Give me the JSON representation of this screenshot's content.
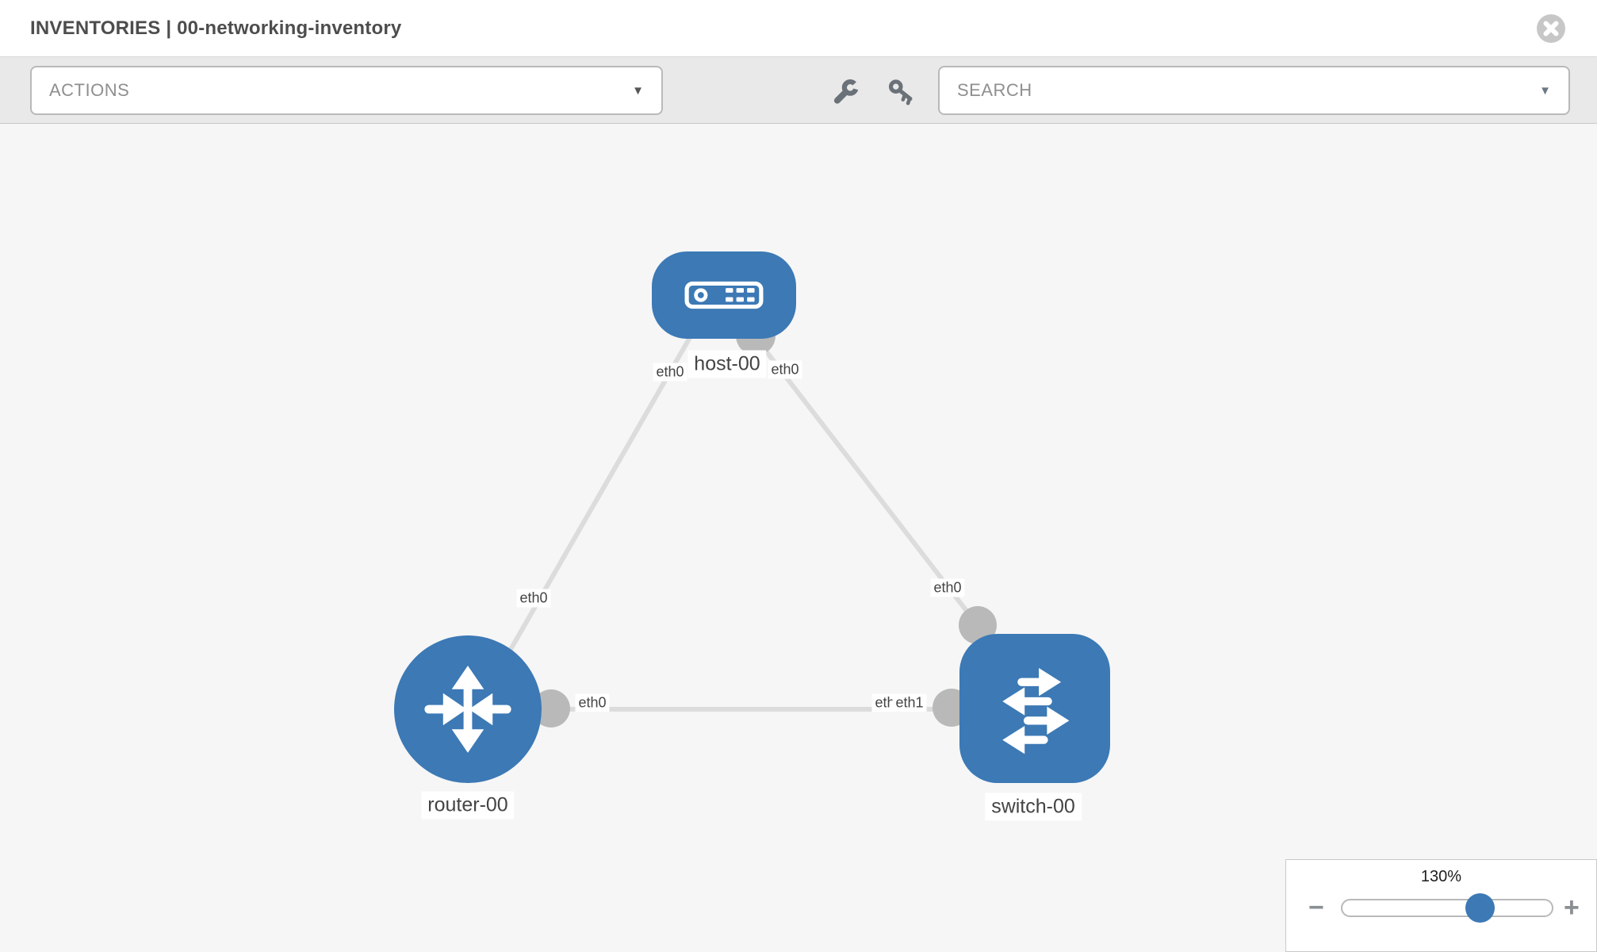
{
  "header": {
    "title": "INVENTORIES | 00-networking-inventory"
  },
  "toolbar": {
    "actions": {
      "label": "ACTIONS",
      "caret": "▼"
    },
    "search": {
      "label": "SEARCH",
      "caret": "▼"
    }
  },
  "topology": {
    "nodes": [
      {
        "label": "host-00",
        "type": "host"
      },
      {
        "label": "router-00",
        "type": "router"
      },
      {
        "label": "switch-00",
        "type": "switch"
      }
    ],
    "links": [
      {
        "from": "host-00",
        "to": "router-00",
        "from_interface": "eth0",
        "to_interface": "eth0"
      },
      {
        "from": "host-00",
        "to": "switch-00",
        "from_interface": "eth0",
        "to_interface": "eth0"
      },
      {
        "from": "router-00",
        "to": "switch-00",
        "from_interface": "eth0",
        "to_interface": "eth1"
      }
    ],
    "labels": {
      "host": "host-00",
      "router": "router-00",
      "switch": "switch-00",
      "hr_host_end": "eth0",
      "hr_router_end": "eth0",
      "hs_host_end": "eth0",
      "hs_switch_end": "eth0",
      "rs_router_end": "eth0",
      "rs_switch_end_hidden": "eth0",
      "rs_switch_end": "eth1"
    }
  },
  "zoom_control": {
    "percent": "130%",
    "minus": "−",
    "plus": "+"
  },
  "colors": {
    "node_blue": "#3c79b5",
    "link_gray": "#dcdcdc",
    "port_gray": "#b9b9b9",
    "toolbar_bg": "#e9e9e9",
    "canvas_bg": "#f6f6f6",
    "icon_slate": "#6a7178",
    "label_text": "#444444"
  }
}
